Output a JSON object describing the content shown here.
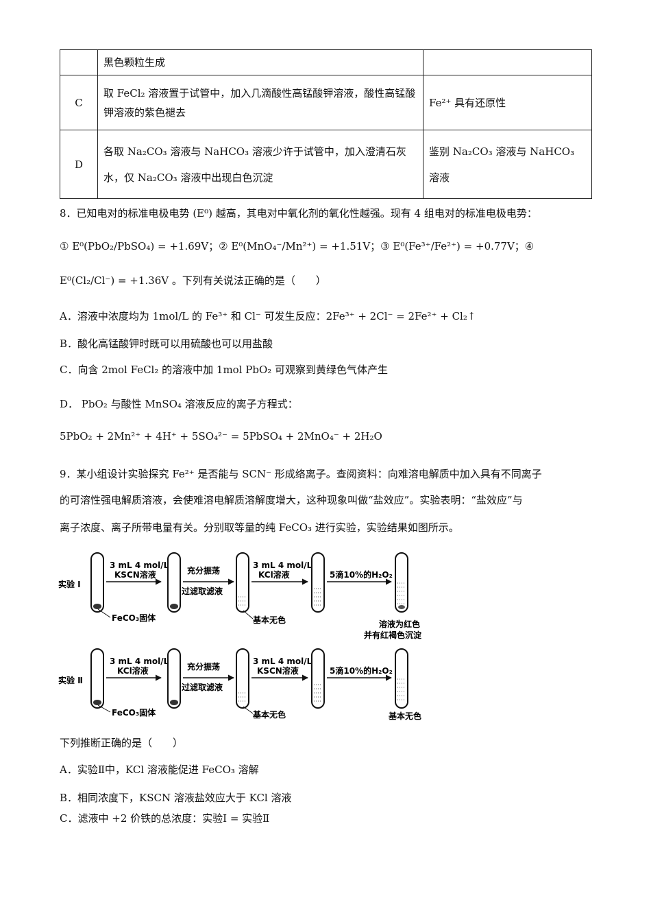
{
  "table": {
    "row_top_text": "黑色颗粒生成",
    "row_c": {
      "label": "C",
      "content": "取 FeCl₂ 溶液置于试管中，加入几滴酸性高锰酸钾溶液，酸性高锰酸钾溶液的紫色褪去",
      "conclusion": "Fe²⁺ 具有还原性"
    },
    "row_d": {
      "label": "D",
      "content": "各取 Na₂CO₃ 溶液与 NaHCO₃ 溶液少许于试管中，加入澄清石灰水，仅 Na₂CO₃ 溶液中出现白色沉淀",
      "conclusion": "鉴别 Na₂CO₃ 溶液与 NaHCO₃ 溶液"
    }
  },
  "q8": {
    "stem1": "8．已知电对的标准电极电势 (E⁰) 越高，其电对中氧化剂的氧化性越强。现有 4 组电对的标准电极电势：",
    "stem2": "① E⁰(PbO₂/PbSO₄) = +1.69V；② E⁰(MnO₄⁻/Mn²⁺) = +1.51V；③ E⁰(Fe³⁺/Fe²⁺) = +0.77V；④",
    "stem3": "E⁰(Cl₂/Cl⁻) = +1.36V 。下列有关说法正确的是（　　）",
    "a": "A．溶液中浓度均为 1mol/L 的 Fe³⁺ 和 Cl⁻ 可发生反应：2Fe³⁺ + 2Cl⁻ = 2Fe²⁺ + Cl₂↑",
    "b": "B．酸化高锰酸钾时既可以用硫酸也可以用盐酸",
    "c": "C．向含 2mol FeCl₂ 的溶液中加 1mol PbO₂ 可观察到黄绿色气体产生",
    "d": "D． PbO₂ 与酸性 MnSO₄ 溶液反应的离子方程式：",
    "d_eq": "5PbO₂ + 2Mn²⁺ + 4H⁺ + 5SO₄²⁻ = 5PbSO₄ + 2MnO₄⁻ + 2H₂O"
  },
  "q9": {
    "stem1": "9．某小组设计实验探究 Fe²⁺ 是否能与 SCN⁻ 形成络离子。查阅资料：向难溶电解质中加入具有不同离子",
    "stem2": "的可溶性强电解质溶液，会使难溶电解质溶解度增大，这种现象叫做“盐效应”。实验表明：“盐效应”与",
    "stem3": "离子浓度、离子所带电量有关。分别取等量的纯 FeCO₃ 进行实验，实验结果如图所示。",
    "question": "下列推断正确的是（　　）",
    "a": "A．实验Ⅱ中，KCl 溶液能促进 FeCO₃ 溶解",
    "b": "B．相同浓度下，KSCN 溶液盐效应大于 KCl 溶液",
    "c": "C．滤液中 +2 价铁的总浓度：实验Ⅰ = 实验Ⅱ"
  },
  "figure": {
    "exp1": {
      "label": "实验 Ⅰ",
      "reagent1_line1": "3 mL 4 mol/L",
      "reagent1_line2": "KSCN溶液",
      "solid": "FeCO₃固体",
      "step2_line1": "充分振荡",
      "step2_line2": "过滤取滤液",
      "reagent2_line1": "3 mL 4 mol/L",
      "reagent2_line2": "KCl溶液",
      "mid_result": "基本无色",
      "reagent3": "5滴10%的H₂O₂",
      "final_line1": "溶液为红色",
      "final_line2": "并有红褐色沉淀"
    },
    "exp2": {
      "label": "实验 Ⅱ",
      "reagent1_line1": "3 mL 4 mol/L",
      "reagent1_line2": "KCl溶液",
      "solid": "FeCO₃固体",
      "step2_line1": "充分振荡",
      "step2_line2": "过滤取滤液",
      "reagent2_line1": "3 mL 4 mol/L",
      "reagent2_line2": "KSCN溶液",
      "mid_result": "基本无色",
      "reagent3": "5滴10%的H₂O₂",
      "final": "基本无色"
    }
  }
}
